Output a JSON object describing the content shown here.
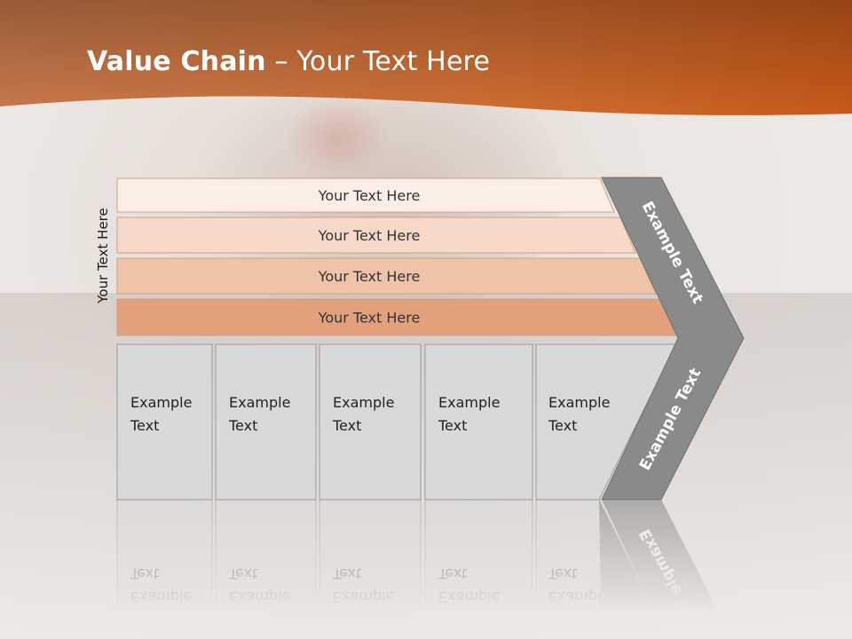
{
  "title": {
    "bold": "Value Chain",
    "rest": " – Your Text Here"
  },
  "side_label": "Your Text Here",
  "bands": [
    {
      "label": "Your Text Here",
      "fill": "#fbeee6"
    },
    {
      "label": "Your Text Here",
      "fill": "#f6d9c8"
    },
    {
      "label": "Your Text Here",
      "fill": "#efc3a8"
    },
    {
      "label": "Your Text Here",
      "fill": "#e2a07c"
    }
  ],
  "columns": [
    {
      "line1": "Example",
      "line2": "Text"
    },
    {
      "line1": "Example",
      "line2": "Text"
    },
    {
      "line1": "Example",
      "line2": "Text"
    },
    {
      "line1": "Example",
      "line2": "Text"
    },
    {
      "line1": "Example",
      "line2": "Text"
    }
  ],
  "chevron": {
    "upper_text": "Example Text",
    "lower_text": "Example Text"
  },
  "colors": {
    "accent": "#cf6a2f",
    "chevron": "#8a8a8a",
    "column": "#d9d9d9"
  }
}
